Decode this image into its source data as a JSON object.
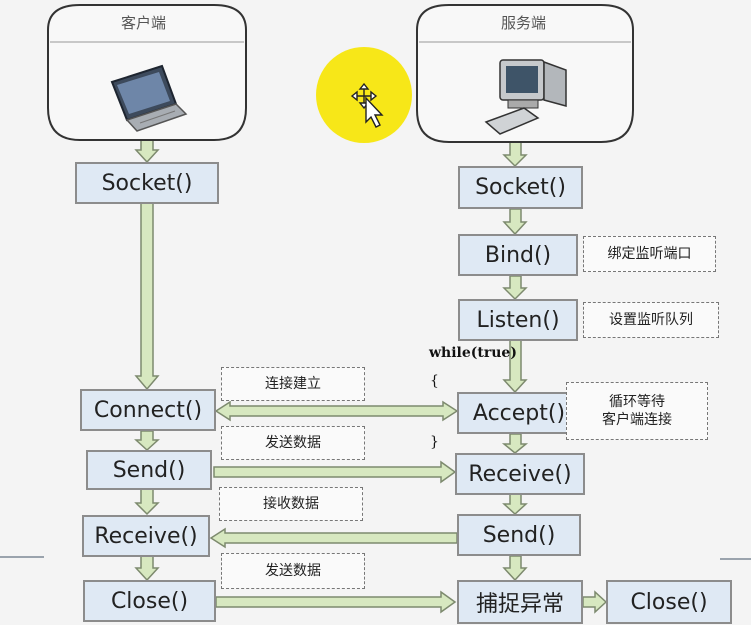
{
  "client": {
    "title": "客户端",
    "socket": "Socket()",
    "connect": "Connect()",
    "send": "Send()",
    "receive": "Receive()",
    "close": "Close()"
  },
  "server": {
    "title": "服务端",
    "socket": "Socket()",
    "bind": "Bind()",
    "listen": "Listen()",
    "accept": "Accept()",
    "receive": "Receive()",
    "send": "Send()",
    "catch": "捕捉异常",
    "close": "Close()"
  },
  "loop": {
    "keyword": "while(true)",
    "open_brace": "{",
    "close_brace": "}"
  },
  "notes": {
    "bind": "绑定监听端口",
    "listen": "设置监听队列",
    "accept_line1": "循环等待",
    "accept_line2": "客户端连接",
    "connect": "连接建立",
    "send1": "发送数据",
    "receive": "接收数据",
    "send2": "发送数据"
  },
  "colors": {
    "box_fill": "#dfe9f4",
    "box_border": "#8c8c8c",
    "arrow_fill": "#d7e8c0",
    "arrow_stroke": "#7d8a6e",
    "highlight": "#f7e600"
  },
  "icons": [
    "laptop-icon",
    "desktop-computer-icon",
    "move-cursor-icon"
  ]
}
